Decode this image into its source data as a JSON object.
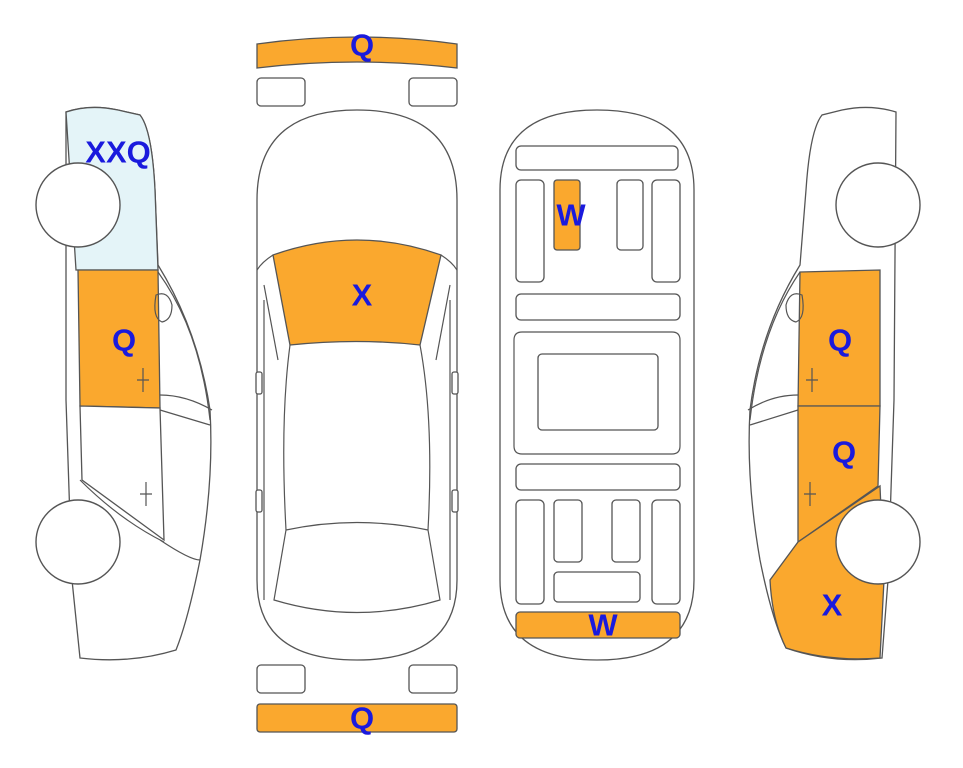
{
  "colors": {
    "damaged": "#FAA82E",
    "highlight": "#E4F4F8",
    "clean": "#FFFFFF",
    "outline": "#555555",
    "label": "#1A1ADD"
  },
  "markers": {
    "front_bumper": "Q",
    "rear_bumper": "Q",
    "hood": "X",
    "roof_panel": "W",
    "trunk_lid": "W",
    "left_front_fender": "XXQ",
    "left_front_door": "Q",
    "right_front_door": "Q",
    "right_rear_door": "Q",
    "right_rear_quarter": "X"
  }
}
